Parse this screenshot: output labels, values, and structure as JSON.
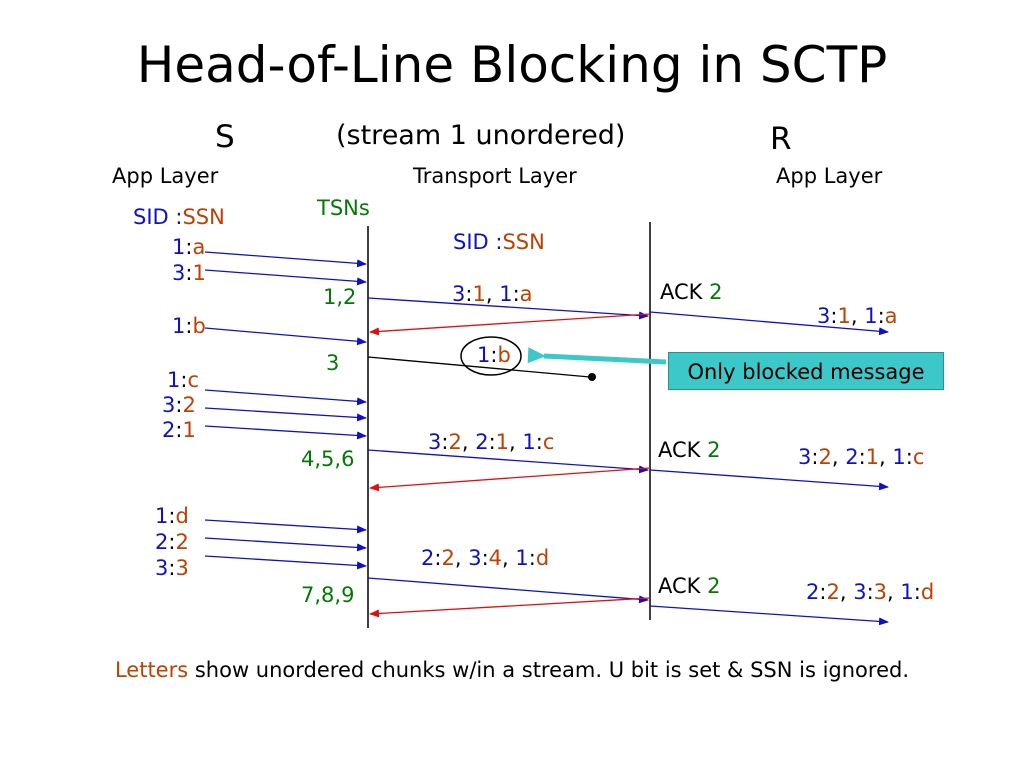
{
  "title": "Head-of-Line Blocking in SCTP",
  "sender": "S",
  "receiver": "R",
  "subtitle": "(stream 1 unordered)",
  "layers": {
    "sender_app": "App Layer",
    "transport": "Transport Layer",
    "receiver_app": "App Layer"
  },
  "tsns_header": "TSNs",
  "sid_ssn_left": {
    "sid": "SID",
    "sep": " :",
    "ssn": "SSN"
  },
  "sid_ssn_mid": {
    "sid": "SID",
    "sep": " :",
    "ssn": "SSN"
  },
  "app_messages": {
    "g1": [
      {
        "sid": "1",
        "ssn": "a"
      },
      {
        "sid": "3",
        "ssn": "1"
      }
    ],
    "g2": [
      {
        "sid": "1",
        "ssn": "b"
      }
    ],
    "g3": [
      {
        "sid": "1",
        "ssn": "c"
      },
      {
        "sid": "3",
        "ssn": "2"
      },
      {
        "sid": "2",
        "ssn": "1"
      }
    ],
    "g4": [
      {
        "sid": "1",
        "ssn": "d"
      },
      {
        "sid": "2",
        "ssn": "2"
      },
      {
        "sid": "3",
        "ssn": "3"
      }
    ]
  },
  "tsn_labels": [
    "1,2",
    "3",
    "4,5,6",
    "7,8,9"
  ],
  "packets": {
    "p1": [
      {
        "sid": "3",
        "ssn": "1"
      },
      {
        "sid": "1",
        "ssn": "a"
      }
    ],
    "p2": [
      {
        "sid": "1",
        "ssn": "b"
      }
    ],
    "p3": [
      {
        "sid": "3",
        "ssn": "2"
      },
      {
        "sid": "2",
        "ssn": "1"
      },
      {
        "sid": "1",
        "ssn": "c"
      }
    ],
    "p4": [
      {
        "sid": "2",
        "ssn": "2"
      },
      {
        "sid": "3",
        "ssn": "4"
      },
      {
        "sid": "1",
        "ssn": "d"
      }
    ]
  },
  "acks": [
    {
      "word": "ACK",
      "num": "2"
    },
    {
      "word": "ACK",
      "num": "2"
    },
    {
      "word": "ACK",
      "num": "2"
    }
  ],
  "delivered": {
    "d1": [
      {
        "sid": "3",
        "ssn": "1"
      },
      {
        "sid": "1",
        "ssn": "a"
      }
    ],
    "d2": [
      {
        "sid": "3",
        "ssn": "2"
      },
      {
        "sid": "2",
        "ssn": "1"
      },
      {
        "sid": "1",
        "ssn": "c"
      }
    ],
    "d3": [
      {
        "sid": "2",
        "ssn": "2"
      },
      {
        "sid": "3",
        "ssn": "3"
      },
      {
        "sid": "1",
        "ssn": "d"
      }
    ]
  },
  "callout": "Only blocked message",
  "footnote": {
    "highlight": "Letters",
    "rest": " show unordered chunks w/in a stream. U bit is set & SSN is ignored."
  },
  "colors": {
    "sid": "#1010c8",
    "ssn": "#c04000",
    "tsn": "#007a00",
    "send_line": "#1010c8",
    "ack_line": "#e01010",
    "callout_bg": "#3cc8c8",
    "callout_arrow": "#3cc8c8"
  }
}
